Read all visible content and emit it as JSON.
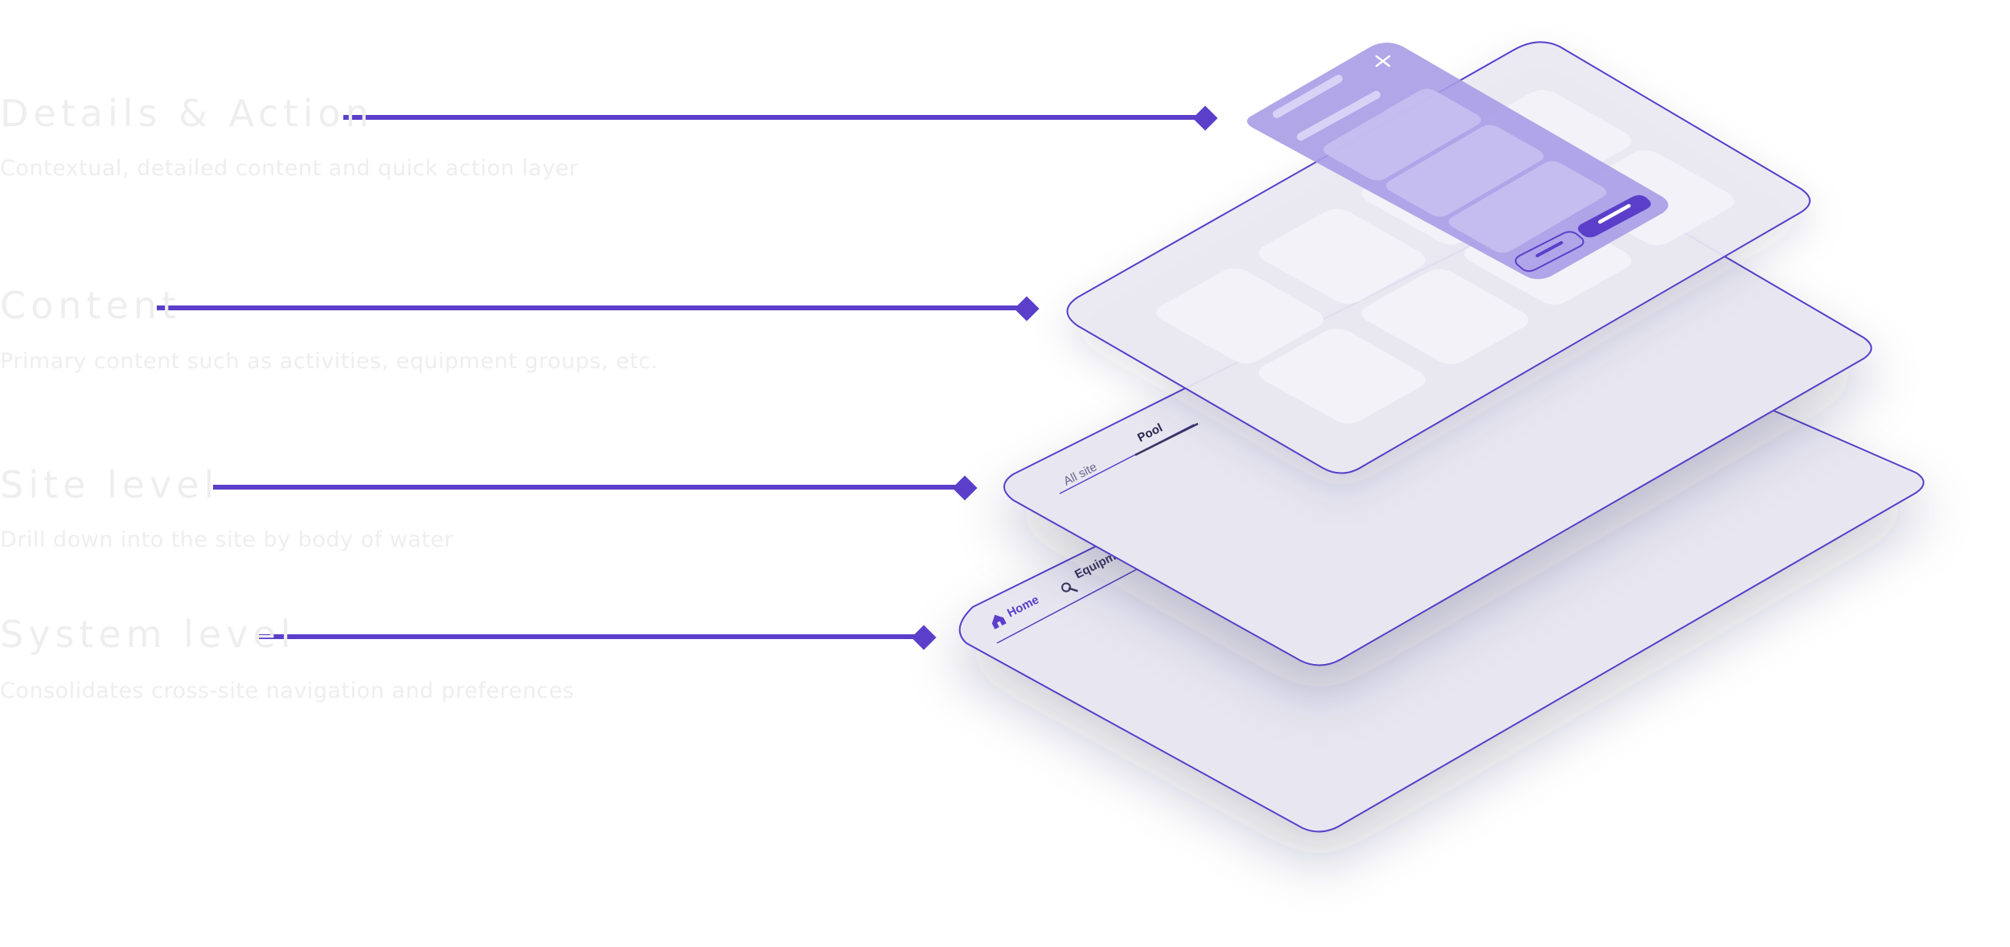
{
  "layers": [
    {
      "title": "Details & Action",
      "description": "Contextual, detailed content and quick action layer"
    },
    {
      "title": "Content",
      "description": "Primary content such as activities, equipment groups, etc."
    },
    {
      "title": "Site level",
      "description": "Drill down into the site by body of water"
    },
    {
      "title": "System level",
      "description": "Consolidates cross-site navigation and preferences"
    }
  ],
  "system_nav": {
    "home_label": "Home",
    "equipment_label": "Equipme"
  },
  "site_tabs": {
    "all_site_label": "All site",
    "pool_label": "Pool"
  },
  "icons": {
    "home": "home-icon",
    "equipment": "wrench-icon",
    "close": "close-icon",
    "connector_end": "diamond-icon"
  },
  "colors": {
    "accent": "#5b3fcb",
    "label_text": "#eeeeee",
    "panel_fill": "#e8e7f1",
    "panel_stroke": "#5540c9",
    "tile_fill": "#f2f1f8",
    "sheet_fill": "#a89ce6",
    "sheet_bar": "#c8c0f0"
  }
}
